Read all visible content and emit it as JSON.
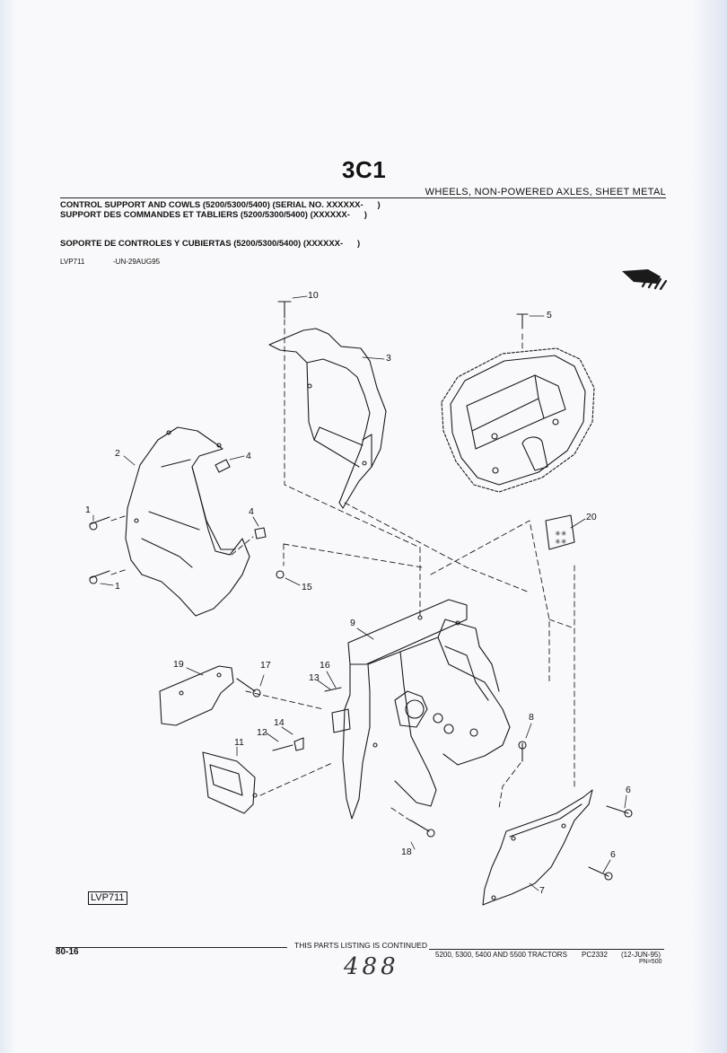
{
  "header": {
    "section_code": "3C1",
    "section_name": "WHEELS, NON-POWERED AXLES, SHEET METAL",
    "title_en": "CONTROL SUPPORT AND COWLS (5200/5300/5400) (SERIAL NO. XXXXXX-      )",
    "title_fr": "SUPPORT DES COMMANDES ET TABLIERS (5200/5300/5400) (XXXXXX-      )",
    "title_es": "SOPORTE DE CONTROLES Y CUBIERTAS (5200/5300/5400) (XXXXXX-      )",
    "ref_code": "LVP711",
    "ref_date": "-UN-29AUG95"
  },
  "diagram": {
    "callouts": [
      "1",
      "1",
      "2",
      "3",
      "4",
      "4",
      "5",
      "6",
      "6",
      "7",
      "8",
      "9",
      "10",
      "11",
      "12",
      "13",
      "14",
      "15",
      "16",
      "17",
      "18",
      "19",
      "20"
    ],
    "boxed_code": "LVP711"
  },
  "footer": {
    "page_number": "80-16",
    "continued": "THIS PARTS LISTING IS CONTINUED",
    "models": "5200, 5300, 5400 AND 5500 TRACTORS",
    "catalog": "PC2332",
    "date": "(12-JUN-95)",
    "pn": "PN=500",
    "handwritten_number": "488"
  }
}
